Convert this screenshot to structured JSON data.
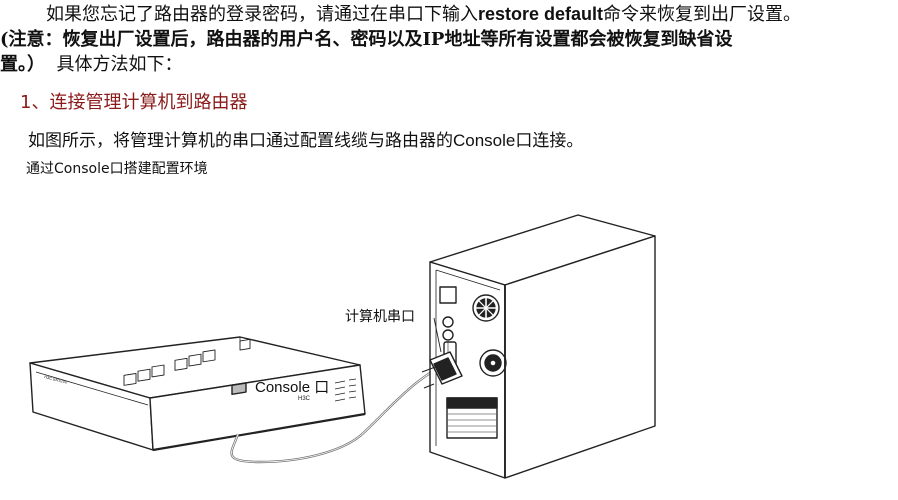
{
  "intro": {
    "line1_a": "如果您忘记了路由器的登录密码，请通过在串口下输入",
    "line1_cmd": "restore default",
    "line1_b": "命令来恢复到出厂设置。",
    "note_a": "(注意：恢复出厂设置后，路由器的用户名、密码以及",
    "note_ip": "IP",
    "note_b": "地址等所有设置都会被恢复到缺省设",
    "note_c": "置。）",
    "note_d": "具体方法如下："
  },
  "section": {
    "heading": "1、连接管理计算机到路由器",
    "paragraph_a": "如图所示，将管理计算机的串口通过配置线缆与路由器的",
    "paragraph_console": "Console",
    "paragraph_b": "口连接。",
    "caption": "通过Console口搭建配置环境"
  },
  "figure": {
    "console_label": "Console 口",
    "serial_label": "计算机串口",
    "router_brand": "H3C",
    "router_model": "H3C ER5200"
  }
}
